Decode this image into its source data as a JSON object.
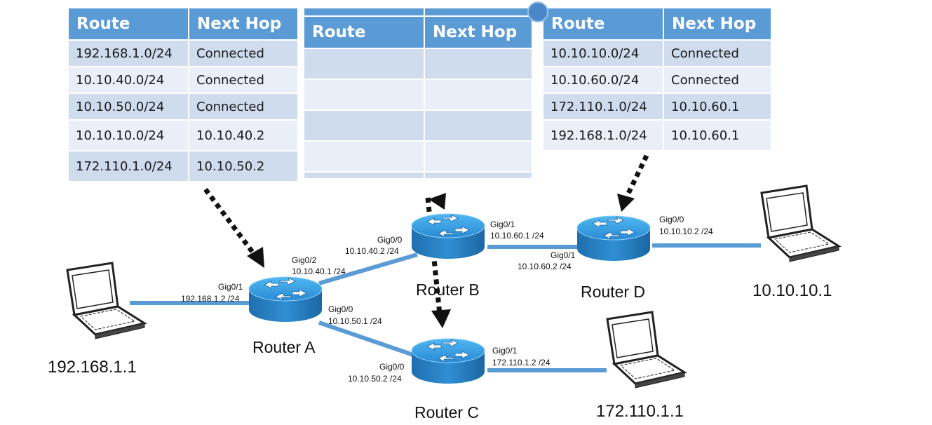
{
  "tables": {
    "router_a": {
      "headers": [
        "Route",
        "Next Hop"
      ],
      "rows": [
        [
          "192.168.1.0/24",
          "Connected"
        ],
        [
          "10.10.40.0/24",
          "Connected"
        ],
        [
          "10.10.50.0/24",
          "Connected"
        ],
        [
          "10.10.10.0/24",
          "10.10.40.2"
        ],
        [
          "172.110.1.0/24",
          "10.10.50.2"
        ]
      ]
    },
    "router_b": {
      "headers": [
        "Route",
        "Next Hop"
      ],
      "rows": [
        [
          "",
          ""
        ],
        [
          "",
          ""
        ],
        [
          "",
          ""
        ],
        [
          "",
          ""
        ]
      ]
    },
    "router_d": {
      "headers": [
        "Route",
        "Next Hop"
      ],
      "rows": [
        [
          "10.10.10.0/24",
          "Connected"
        ],
        [
          "10.10.60.0/24",
          "Connected"
        ],
        [
          "172.110.1.0/24",
          "10.10.60.1"
        ],
        [
          "192.168.1.0/24",
          "10.10.60.1"
        ]
      ]
    }
  },
  "routers": {
    "a": {
      "name": "Router A"
    },
    "b": {
      "name": "Router B"
    },
    "c": {
      "name": "Router C"
    },
    "d": {
      "name": "Router D"
    }
  },
  "hosts": {
    "left": "192.168.1.1",
    "right": "10.10.10.1",
    "bottom": "172.110.1.1"
  },
  "interfaces": {
    "a_gig01": {
      "port": "Gig0/1",
      "ip": "192.168.1.2 /24"
    },
    "a_gig02": {
      "port": "Gig0/2",
      "ip": "10.10.40.1 /24"
    },
    "a_gig00": {
      "port": "Gig0/0",
      "ip": "10.10.50.1 /24"
    },
    "b_gig00": {
      "port": "Gig0/0",
      "ip": "10.10.40.2 /24"
    },
    "b_gig01": {
      "port": "Gig0/1",
      "ip": "10.10.60.1 /24"
    },
    "d_gig01": {
      "port": "Gig0/1",
      "ip": "10.10.60.2 /24"
    },
    "d_gig00": {
      "port": "Gig0/0",
      "ip": "10.10.10.2 /24"
    },
    "c_gig00": {
      "port": "Gig0/0",
      "ip": "10.10.50.2 /24"
    },
    "c_gig01": {
      "port": "Gig0/1",
      "ip": "172.110.1.2 /24"
    }
  },
  "colors": {
    "header_blue": "#5b9bd5",
    "row_dark": "#cfdcee",
    "row_light": "#e9eef7",
    "link_blue": "#5b9bd5",
    "router_blue": "#2a8ad4"
  },
  "icons": [
    "router-icon",
    "laptop-icon",
    "dotted-arrow"
  ]
}
